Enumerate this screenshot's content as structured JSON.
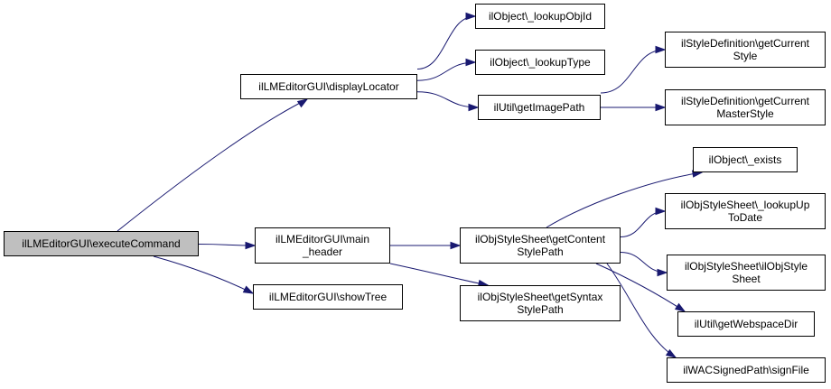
{
  "graph": {
    "edge_color": "#191970",
    "root_fill": "#bfbfbf",
    "node_fill": "#ffffff",
    "border_color": "#000000",
    "nodes": {
      "execute_command": {
        "lines": [
          "ilLMEditorGUI\\executeCommand"
        ],
        "interactable": false
      },
      "display_locator": {
        "lines": [
          "ilLMEditorGUI\\displayLocator"
        ],
        "interactable": true
      },
      "main_header": {
        "lines": [
          "ilLMEditorGUI\\main",
          "_header"
        ],
        "interactable": true
      },
      "show_tree": {
        "lines": [
          "ilLMEditorGUI\\showTree"
        ],
        "interactable": true
      },
      "lookup_obj_id": {
        "lines": [
          "ilObject\\_lookupObjId"
        ],
        "interactable": true
      },
      "lookup_type": {
        "lines": [
          "ilObject\\_lookupType"
        ],
        "interactable": true
      },
      "get_image_path": {
        "lines": [
          "ilUtil\\getImagePath"
        ],
        "interactable": true
      },
      "get_current_style": {
        "lines": [
          "ilStyleDefinition\\getCurrent",
          "Style"
        ],
        "interactable": true
      },
      "get_current_master_style": {
        "lines": [
          "ilStyleDefinition\\getCurrent",
          "MasterStyle"
        ],
        "interactable": true
      },
      "get_content_style_path": {
        "lines": [
          "ilObjStyleSheet\\getContent",
          "StylePath"
        ],
        "interactable": true
      },
      "get_syntax_style_path": {
        "lines": [
          "ilObjStyleSheet\\getSyntax",
          "StylePath"
        ],
        "interactable": true
      },
      "object_exists": {
        "lines": [
          "ilObject\\_exists"
        ],
        "interactable": true
      },
      "lookup_up_to_date": {
        "lines": [
          "ilObjStyleSheet\\_lookupUp",
          "ToDate"
        ],
        "interactable": true
      },
      "il_obj_style_sheet": {
        "lines": [
          "ilObjStyleSheet\\ilObjStyle",
          "Sheet"
        ],
        "interactable": true
      },
      "get_webspace_dir": {
        "lines": [
          "ilUtil\\getWebspaceDir"
        ],
        "interactable": true
      },
      "sign_file": {
        "lines": [
          "ilWACSignedPath\\signFile"
        ],
        "interactable": true
      }
    },
    "edges": [
      [
        "execute_command",
        "display_locator"
      ],
      [
        "execute_command",
        "main_header"
      ],
      [
        "execute_command",
        "show_tree"
      ],
      [
        "display_locator",
        "lookup_obj_id"
      ],
      [
        "display_locator",
        "lookup_type"
      ],
      [
        "display_locator",
        "get_image_path"
      ],
      [
        "get_image_path",
        "get_current_style"
      ],
      [
        "get_image_path",
        "get_current_master_style"
      ],
      [
        "main_header",
        "get_content_style_path"
      ],
      [
        "main_header",
        "get_syntax_style_path"
      ],
      [
        "get_content_style_path",
        "object_exists"
      ],
      [
        "get_content_style_path",
        "lookup_up_to_date"
      ],
      [
        "get_content_style_path",
        "il_obj_style_sheet"
      ],
      [
        "get_content_style_path",
        "get_webspace_dir"
      ],
      [
        "get_content_style_path",
        "sign_file"
      ]
    ]
  }
}
